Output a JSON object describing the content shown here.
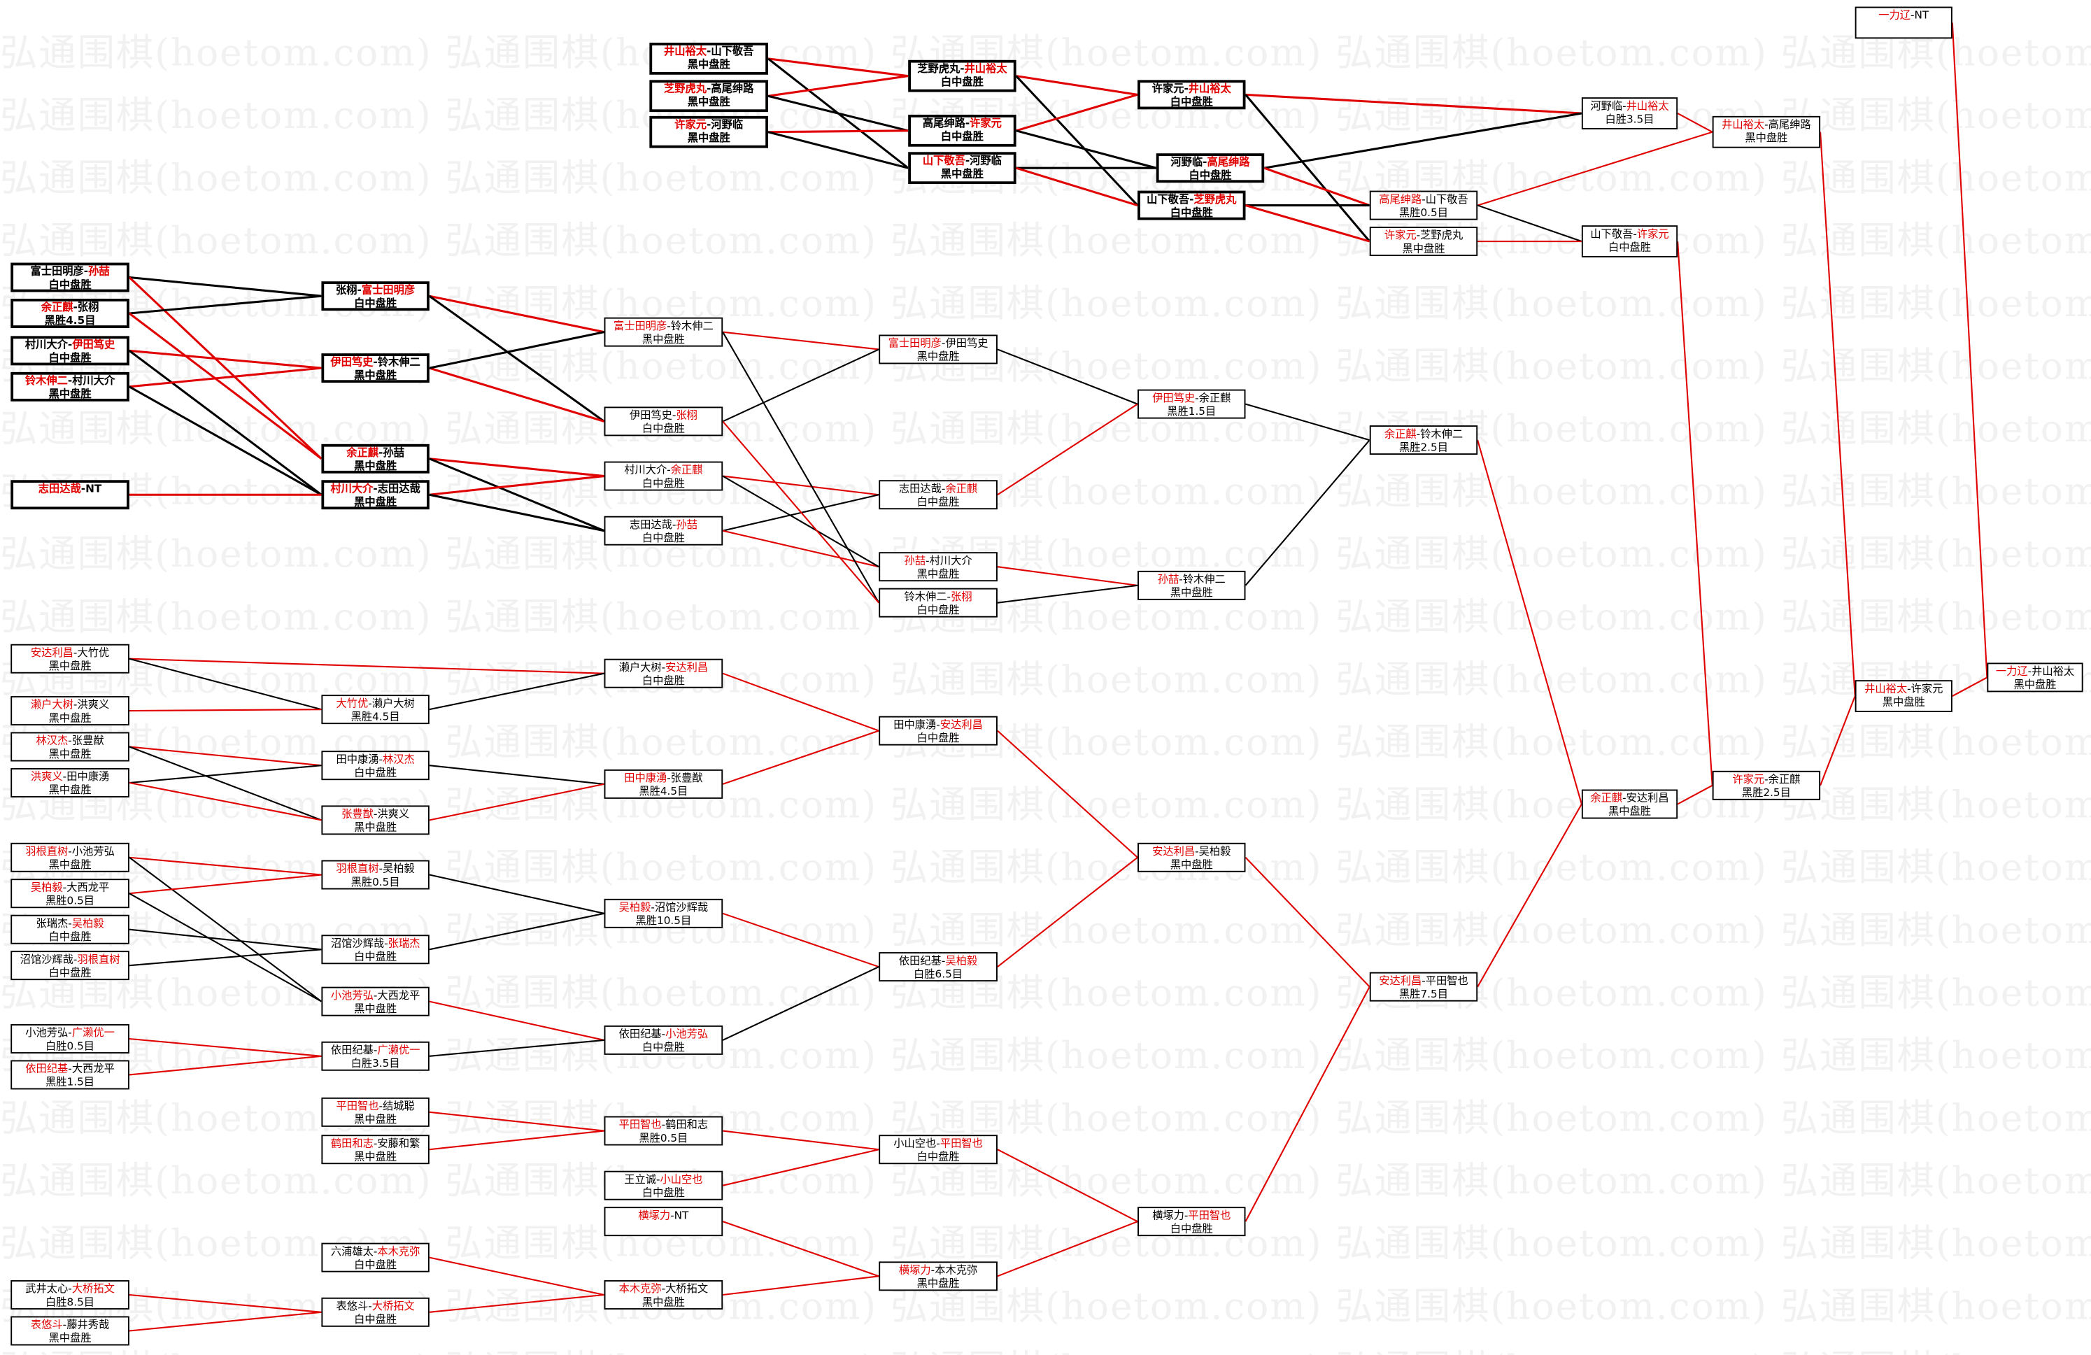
{
  "watermark": "弘通围棋(hoetom.com)",
  "separator": "-",
  "colors": {
    "winner": "#e00000",
    "loser_path": "#000000",
    "advance_path": "#e00000"
  },
  "matches": {
    "A1": {
      "players": [
        "富士田明彦",
        "孙喆"
      ],
      "winner": 1,
      "result": "白中盘胜"
    },
    "A2": {
      "players": [
        "余正麒",
        "张栩"
      ],
      "winner": 0,
      "result": "黑胜4.5目"
    },
    "A3": {
      "players": [
        "村川大介",
        "伊田笃史"
      ],
      "winner": 1,
      "result": "白中盘胜"
    },
    "A4": {
      "players": [
        "铃木伸二",
        "村川大介"
      ],
      "winner": 0,
      "result": "黑中盘胜"
    },
    "A5": {
      "players": [
        "志田达哉",
        "NT"
      ],
      "winner": 0,
      "result": ""
    },
    "A6": {
      "players": [
        "安达利昌",
        "大竹优"
      ],
      "winner": 0,
      "result": "黑中盘胜"
    },
    "A7": {
      "players": [
        "濑户大树",
        "洪爽义"
      ],
      "winner": 0,
      "result": "黑中盘胜"
    },
    "A8": {
      "players": [
        "林汉杰",
        "张豊猷"
      ],
      "winner": 0,
      "result": "黑中盘胜"
    },
    "A9": {
      "players": [
        "洪爽义",
        "田中康湧"
      ],
      "winner": 0,
      "result": "黑中盘胜"
    },
    "A10": {
      "players": [
        "羽根直树",
        "小池芳弘"
      ],
      "winner": 0,
      "result": "黑中盘胜"
    },
    "A11": {
      "players": [
        "吴柏毅",
        "大西龙平"
      ],
      "winner": 0,
      "result": "黑胜0.5目"
    },
    "A12": {
      "players": [
        "张瑞杰",
        "吴柏毅"
      ],
      "winner": 1,
      "result": "白中盘胜"
    },
    "A13": {
      "players": [
        "沼馆沙辉哉",
        "羽根直树"
      ],
      "winner": 1,
      "result": "白中盘胜"
    },
    "A14": {
      "players": [
        "小池芳弘",
        "广濑优一"
      ],
      "winner": 1,
      "result": "白胜0.5目"
    },
    "A15": {
      "players": [
        "依田纪基",
        "大西龙平"
      ],
      "winner": 0,
      "result": "黑胜1.5目"
    },
    "A16": {
      "players": [
        "武井太心",
        "大桥拓文"
      ],
      "winner": 1,
      "result": "白胜8.5目"
    },
    "A17": {
      "players": [
        "表悠斗",
        "藤井秀哉"
      ],
      "winner": 0,
      "result": "黑中盘胜"
    },
    "B1": {
      "players": [
        "张栩",
        "富士田明彦"
      ],
      "winner": 1,
      "result": "白中盘胜"
    },
    "B2": {
      "players": [
        "伊田笃史",
        "铃木伸二"
      ],
      "winner": 0,
      "result": "黑中盘胜"
    },
    "B3": {
      "players": [
        "余正麒",
        "孙喆"
      ],
      "winner": 0,
      "result": "黑中盘胜"
    },
    "B4": {
      "players": [
        "村川大介",
        "志田达哉"
      ],
      "winner": 0,
      "result": "黑中盘胜"
    },
    "B5": {
      "players": [
        "大竹优",
        "濑户大树"
      ],
      "winner": 0,
      "result": "黑胜4.5目"
    },
    "B6": {
      "players": [
        "田中康湧",
        "林汉杰"
      ],
      "winner": 1,
      "result": "白中盘胜"
    },
    "B7": {
      "players": [
        "张豊猷",
        "洪爽义"
      ],
      "winner": 0,
      "result": "黑中盘胜"
    },
    "B8": {
      "players": [
        "羽根直树",
        "吴柏毅"
      ],
      "winner": 0,
      "result": "黑胜0.5目"
    },
    "B9": {
      "players": [
        "沼馆沙辉哉",
        "张瑞杰"
      ],
      "winner": 1,
      "result": "白中盘胜"
    },
    "B10": {
      "players": [
        "小池芳弘",
        "大西龙平"
      ],
      "winner": 0,
      "result": "黑中盘胜"
    },
    "B11": {
      "players": [
        "依田纪基",
        "广濑优一"
      ],
      "winner": 1,
      "result": "白胜3.5目"
    },
    "B12": {
      "players": [
        "平田智也",
        "结城聪"
      ],
      "winner": 0,
      "result": "黑中盘胜"
    },
    "B13": {
      "players": [
        "鹤田和志",
        "安藤和繁"
      ],
      "winner": 0,
      "result": "黑中盘胜"
    },
    "B14": {
      "players": [
        "六浦雄太",
        "本木克弥"
      ],
      "winner": 1,
      "result": "白中盘胜"
    },
    "B15": {
      "players": [
        "表悠斗",
        "大桥拓文"
      ],
      "winner": 1,
      "result": "白中盘胜"
    },
    "T1": {
      "players": [
        "井山裕太",
        "山下敬吾"
      ],
      "winner": 0,
      "result": "黑中盘胜"
    },
    "T2": {
      "players": [
        "芝野虎丸",
        "高尾绅路"
      ],
      "winner": 0,
      "result": "黑中盘胜"
    },
    "T3": {
      "players": [
        "许家元",
        "河野临"
      ],
      "winner": 0,
      "result": "黑中盘胜"
    },
    "T4": {
      "players": [
        "芝野虎丸",
        "井山裕太"
      ],
      "winner": 1,
      "result": "白中盘胜"
    },
    "T5": {
      "players": [
        "高尾绅路",
        "许家元"
      ],
      "winner": 1,
      "result": "白中盘胜"
    },
    "T6": {
      "players": [
        "山下敬吾",
        "河野临"
      ],
      "winner": 0,
      "result": "黑中盘胜"
    },
    "C1": {
      "players": [
        "富士田明彦",
        "铃木伸二"
      ],
      "winner": 0,
      "result": "黑中盘胜"
    },
    "C2": {
      "players": [
        "伊田笃史",
        "张栩"
      ],
      "winner": 1,
      "result": "白中盘胜"
    },
    "C3": {
      "players": [
        "村川大介",
        "余正麒"
      ],
      "winner": 1,
      "result": "白中盘胜"
    },
    "C4": {
      "players": [
        "志田达哉",
        "孙喆"
      ],
      "winner": 1,
      "result": "白中盘胜"
    },
    "C5": {
      "players": [
        "濑户大树",
        "安达利昌"
      ],
      "winner": 1,
      "result": "白中盘胜"
    },
    "C6": {
      "players": [
        "田中康湧",
        "张豊猷"
      ],
      "winner": 0,
      "result": "黑胜4.5目"
    },
    "C7": {
      "players": [
        "吴柏毅",
        "沼馆沙辉哉"
      ],
      "winner": 0,
      "result": "黑胜10.5目"
    },
    "C8": {
      "players": [
        "依田纪基",
        "小池芳弘"
      ],
      "winner": 1,
      "result": "白中盘胜"
    },
    "C9": {
      "players": [
        "平田智也",
        "鹤田和志"
      ],
      "winner": 0,
      "result": "黑胜0.5目"
    },
    "C10": {
      "players": [
        "王立诚",
        "小山空也"
      ],
      "winner": 1,
      "result": "白中盘胜"
    },
    "C11": {
      "players": [
        "横塚力",
        "NT"
      ],
      "winner": 0,
      "result": ""
    },
    "C12": {
      "players": [
        "本木克弥",
        "大桥拓文"
      ],
      "winner": 0,
      "result": "黑中盘胜"
    },
    "D1": {
      "players": [
        "富士田明彦",
        "伊田笃史"
      ],
      "winner": 0,
      "result": "黑中盘胜"
    },
    "D2": {
      "players": [
        "志田达哉",
        "余正麒"
      ],
      "winner": 1,
      "result": "白中盘胜"
    },
    "D3": {
      "players": [
        "孙喆",
        "村川大介"
      ],
      "winner": 0,
      "result": "黑中盘胜"
    },
    "D4": {
      "players": [
        "铃木伸二",
        "张栩"
      ],
      "winner": 1,
      "result": "白中盘胜"
    },
    "D5": {
      "players": [
        "田中康湧",
        "安达利昌"
      ],
      "winner": 1,
      "result": "白中盘胜"
    },
    "D6": {
      "players": [
        "依田纪基",
        "吴柏毅"
      ],
      "winner": 1,
      "result": "白胜6.5目"
    },
    "D7": {
      "players": [
        "小山空也",
        "平田智也"
      ],
      "winner": 1,
      "result": "白中盘胜"
    },
    "D8": {
      "players": [
        "横塚力",
        "本木克弥"
      ],
      "winner": 0,
      "result": "黑中盘胜"
    },
    "E1": {
      "players": [
        "许家元",
        "井山裕太"
      ],
      "winner": 1,
      "result": "白中盘胜"
    },
    "E2": {
      "players": [
        "河野临",
        "高尾绅路"
      ],
      "winner": 1,
      "result": "白中盘胜"
    },
    "E3": {
      "players": [
        "山下敬吾",
        "芝野虎丸"
      ],
      "winner": 1,
      "result": "白中盘胜"
    },
    "E4": {
      "players": [
        "伊田笃史",
        "余正麒"
      ],
      "winner": 0,
      "result": "黑胜1.5目"
    },
    "E5": {
      "players": [
        "孙喆",
        "铃木伸二"
      ],
      "winner": 0,
      "result": "黑中盘胜"
    },
    "E6": {
      "players": [
        "安达利昌",
        "吴柏毅"
      ],
      "winner": 0,
      "result": "黑中盘胜"
    },
    "E7": {
      "players": [
        "横塚力",
        "平田智也"
      ],
      "winner": 1,
      "result": "白中盘胜"
    },
    "F1": {
      "players": [
        "高尾绅路",
        "山下敬吾"
      ],
      "winner": 0,
      "result": "黑胜0.5目"
    },
    "F2": {
      "players": [
        "许家元",
        "芝野虎丸"
      ],
      "winner": 0,
      "result": "黑中盘胜"
    },
    "F3": {
      "players": [
        "余正麒",
        "铃木伸二"
      ],
      "winner": 0,
      "result": "黑胜2.5目"
    },
    "F4": {
      "players": [
        "安达利昌",
        "平田智也"
      ],
      "winner": 0,
      "result": "黑胜7.5目"
    },
    "G1": {
      "players": [
        "河野临",
        "井山裕太"
      ],
      "winner": 1,
      "result": "白胜3.5目"
    },
    "G2": {
      "players": [
        "山下敬吾",
        "许家元"
      ],
      "winner": 1,
      "result": "白中盘胜"
    },
    "G3": {
      "players": [
        "余正麒",
        "安达利昌"
      ],
      "winner": 0,
      "result": "黑中盘胜"
    },
    "H1": {
      "players": [
        "井山裕太",
        "高尾绅路"
      ],
      "winner": 0,
      "result": "黑中盘胜"
    },
    "H2": {
      "players": [
        "许家元",
        "余正麒"
      ],
      "winner": 0,
      "result": "黑胜2.5目"
    },
    "I1": {
      "players": [
        "一力辽",
        "NT"
      ],
      "winner": 0,
      "result": ""
    },
    "I2": {
      "players": [
        "井山裕太",
        "许家元"
      ],
      "winner": 0,
      "result": "黑中盘胜"
    },
    "J1": {
      "players": [
        "一力辽",
        "井山裕太"
      ],
      "winner": 0,
      "result": "黑中盘胜"
    }
  }
}
